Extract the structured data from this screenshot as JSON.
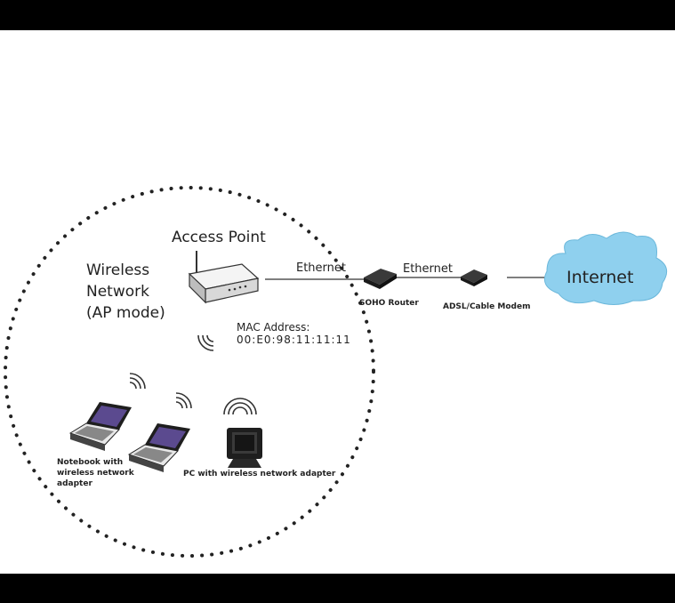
{
  "labels": {
    "access_point": "Access Point",
    "wireless_network_line1": "Wireless",
    "wireless_network_line2": "Network",
    "wireless_network_line3": "(AP mode)",
    "ethernet_1": "Ethernet",
    "ethernet_2": "Ethernet",
    "soho_router": "SOHO Router",
    "modem": "ADSL/Cable Modem",
    "internet": "Internet",
    "mac_title": "MAC Address:",
    "mac_value": "00:E0:98:11:11:11",
    "notebook_line1": "Notebook with",
    "notebook_line2": "wireless network",
    "notebook_line3": "adapter",
    "pc": "PC with wireless network adapter"
  },
  "colors": {
    "background": "#ffffff",
    "frame_bars": "#000000",
    "cloud": "#8fd0ee",
    "device_dark": "#1e1e1e",
    "device_light": "#f2f2f2",
    "text": "#222222"
  },
  "icons": [
    "access-point-icon",
    "router-icon",
    "modem-icon",
    "cloud-icon",
    "notebook-icon",
    "pc-icon",
    "wireless-signal-icon"
  ]
}
